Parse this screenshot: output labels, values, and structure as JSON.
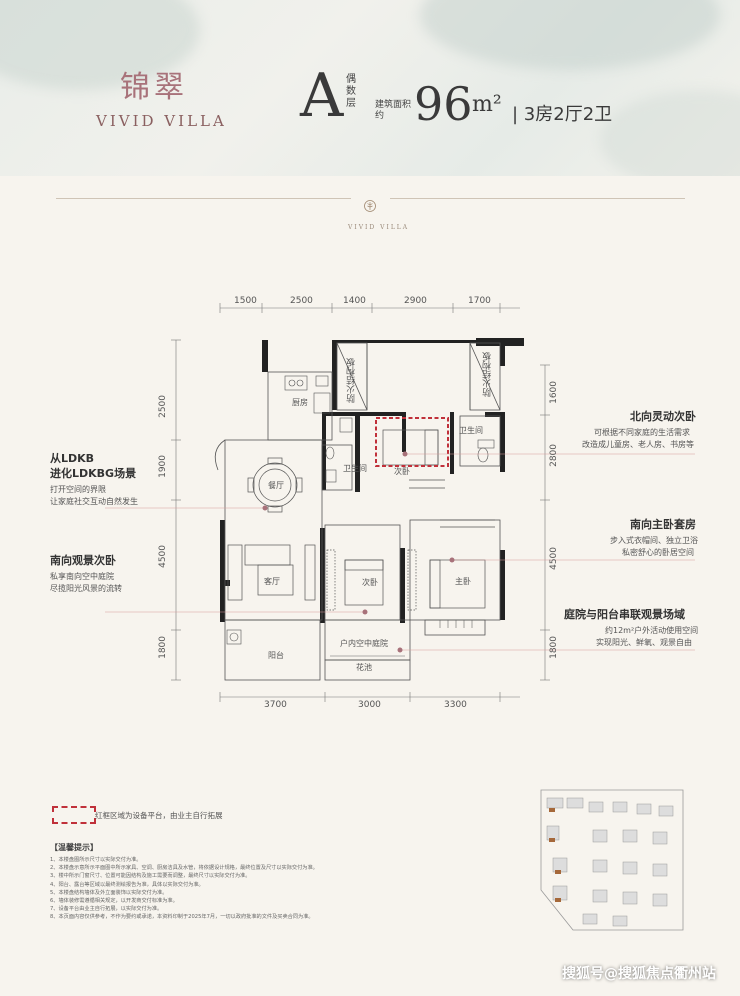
{
  "brand": {
    "name_cn": "锦翠",
    "name_en": "VIVID VILLA"
  },
  "unit": {
    "type_letter": "A",
    "type_sub": "偶数层",
    "area_label": "建筑面积约",
    "area_value": "96",
    "area_unit": "m²",
    "rooms": "| 3房2厅2卫"
  },
  "logo": {
    "text": "VIVID VILLA"
  },
  "dimensions": {
    "top": [
      "1500",
      "2500",
      "1400",
      "2900",
      "1700"
    ],
    "bottom": [
      "3700",
      "3000",
      "3300"
    ],
    "left": [
      "2500",
      "1900",
      "4500",
      "1800"
    ],
    "right": [
      "1600",
      "2800",
      "4500",
      "1800"
    ]
  },
  "rooms": {
    "fire_left": "防火结构板",
    "fire_right": "防火结构板",
    "kitchen": "厨房",
    "bath1": "卫生间",
    "bath2": "卫生间",
    "bedroom_small": "次卧",
    "dining": "餐厅",
    "living": "客厅",
    "bedroom2": "次卧",
    "master": "主卧",
    "balcony": "阳台",
    "garden": "户内空中庭院",
    "flower": "花池"
  },
  "annotations": {
    "left": [
      {
        "title_lines": [
          "从LDKB",
          "进化LDKBG场景"
        ],
        "desc": [
          "打开空间的界限",
          "让家庭社交互动自然发生"
        ]
      },
      {
        "title_lines": [
          "南向观景次卧"
        ],
        "desc": [
          "私享南向空中庭院",
          "尽揽阳光风景的流转"
        ]
      }
    ],
    "right": [
      {
        "title_lines": [
          "北向灵动次卧"
        ],
        "desc": [
          "可根据不同家庭的生活需求",
          "改造成儿童房、老人房、书房等"
        ]
      },
      {
        "title_lines": [
          "南向主卧套房"
        ],
        "desc": [
          "步入式衣帽间、独立卫浴",
          "私密舒心的卧居空间"
        ]
      },
      {
        "title_lines": [
          "庭院与阳台串联观景场域"
        ],
        "desc": [
          "约12m²户外活动使用空间",
          "实现阳光、鲜氧、观景自由"
        ]
      }
    ]
  },
  "legend": {
    "text": "红框区域为设备平台，由业主自行拓展"
  },
  "notes": {
    "title": "【温馨提示】",
    "items": [
      "1、本楼盘图所示尺寸以实际交付为准。",
      "2、本楼盘示意所示平面图中所示家具、空调、厨房洁具及水管，将依据设计规格，最终位置及尺寸以实际交付为准。",
      "3、楼中所示门窗尺寸、位置可能因结构及施工需要而调整，最终尺寸以实际交付为准。",
      "4、阳台、露台等区域以最终测绘报告为准，具体以实际交付为准。",
      "5、本楼盘结构墙体及外立面装饰以实际交付为准。",
      "6、墙体装修需遵循相关规定，以开发商交付标准为准。",
      "7、设备平台由业主自行拓展，以实际交付为准。",
      "8、本页面内容仅供参考，不作为要约或承诺，本资料印制于2025年7月，一切以政府批准的文件及买卖合同为准。"
    ]
  },
  "watermark": {
    "text": "搜狐号@搜狐焦点衢州站"
  },
  "colors": {
    "brand": "#a8727a",
    "accent_dashed": "#c0303a",
    "wall": "#222222",
    "pointer": "#d79a9a"
  }
}
